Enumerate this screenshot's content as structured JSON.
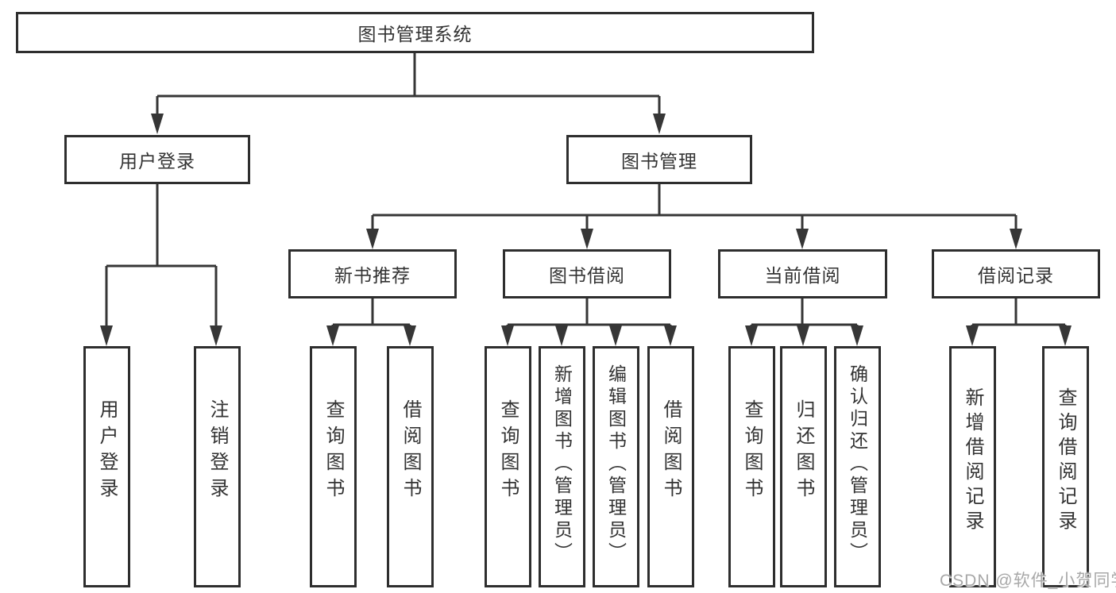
{
  "tree": {
    "root": "图书管理系统",
    "user_login": {
      "label": "用户登录",
      "children": [
        "用户登录",
        "注销登录"
      ]
    },
    "book_mgmt": {
      "label": "图书管理",
      "sections": [
        {
          "label": "新书推荐",
          "children": [
            "查询图书",
            "借阅图书"
          ]
        },
        {
          "label": "图书借阅",
          "children": [
            "查询图书",
            "新增图书（管理员）",
            "编辑图书（管理员）",
            "借阅图书"
          ]
        },
        {
          "label": "当前借阅",
          "children": [
            "查询图书",
            "归还图书",
            "确认归还（管理员）"
          ]
        },
        {
          "label": "借阅记录",
          "children": [
            "新增借阅记录",
            "查询借阅记录"
          ]
        }
      ]
    }
  },
  "watermark": "CSDN @软件_小贺同学",
  "colors": {
    "background": "#ffffff",
    "box_border": "#2e2e2e",
    "connector_line": "#363636",
    "text": "#333333",
    "watermark": "#a8a8a8"
  }
}
